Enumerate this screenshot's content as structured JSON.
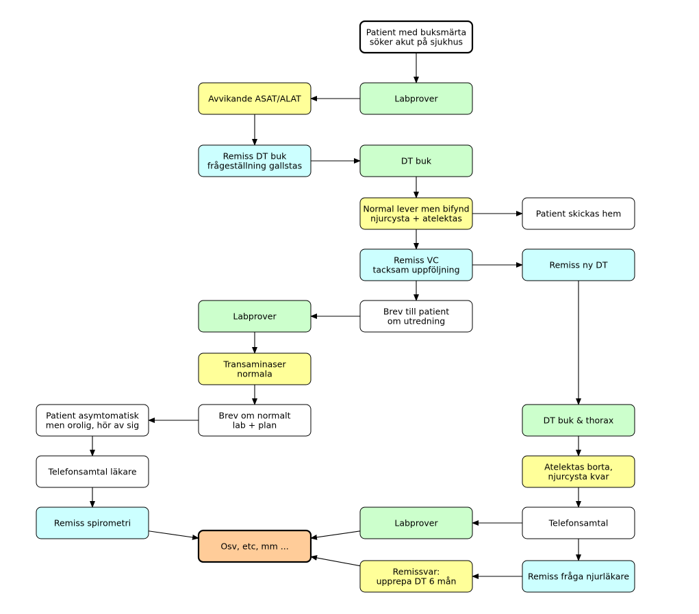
{
  "colors": {
    "white": "#ffffff",
    "green": "#ccffcc",
    "yellow": "#ffff99",
    "cyan": "#ccffff",
    "orange": "#ffcc99",
    "stroke": "#000000"
  },
  "nodes": {
    "start": {
      "lines": [
        "Patient med buksmärta",
        "söker akut på sjukhus"
      ],
      "color": "white"
    },
    "lab1": {
      "lines": [
        "Labprover"
      ],
      "color": "green"
    },
    "avvikande": {
      "lines": [
        "Avvikande ASAT/ALAT"
      ],
      "color": "yellow"
    },
    "remiss_dt": {
      "lines": [
        "Remiss DT buk",
        "frågeställning gallstas"
      ],
      "color": "cyan"
    },
    "dt_buk": {
      "lines": [
        "DT buk"
      ],
      "color": "green"
    },
    "normal_lever": {
      "lines": [
        "Normal lever men bifynd",
        "njurcysta + atelektas"
      ],
      "color": "yellow"
    },
    "skickas_hem": {
      "lines": [
        "Patient skickas hem"
      ],
      "color": "white"
    },
    "remiss_vc": {
      "lines": [
        "Remiss VC",
        "tacksam uppföljning"
      ],
      "color": "cyan"
    },
    "remiss_ny_dt": {
      "lines": [
        "Remiss ny DT"
      ],
      "color": "cyan"
    },
    "brev_patient": {
      "lines": [
        "Brev till patient",
        "om utredning"
      ],
      "color": "white"
    },
    "lab2": {
      "lines": [
        "Labprover"
      ],
      "color": "green"
    },
    "transaminaser": {
      "lines": [
        "Transaminaser",
        "normala"
      ],
      "color": "yellow"
    },
    "brev_normalt": {
      "lines": [
        "Brev om normalt",
        "lab + plan"
      ],
      "color": "white"
    },
    "asymtomatisk": {
      "lines": [
        "Patient asymtomatisk",
        "men orolig, hör av sig"
      ],
      "color": "white"
    },
    "tel_lakare": {
      "lines": [
        "Telefonsamtal läkare"
      ],
      "color": "white"
    },
    "spirometri": {
      "lines": [
        "Remiss spirometri"
      ],
      "color": "cyan"
    },
    "osv": {
      "lines": [
        "Osv, etc, mm ..."
      ],
      "color": "orange"
    },
    "dt_thorax": {
      "lines": [
        "DT buk & thorax"
      ],
      "color": "green"
    },
    "atelektas": {
      "lines": [
        "Atelektas borta,",
        "njurcysta kvar"
      ],
      "color": "yellow"
    },
    "telefonsamtal": {
      "lines": [
        "Telefonsamtal"
      ],
      "color": "white"
    },
    "lab3": {
      "lines": [
        "Labprover"
      ],
      "color": "green"
    },
    "remiss_njur": {
      "lines": [
        "Remiss fråga njurläkare"
      ],
      "color": "cyan"
    },
    "remissvar": {
      "lines": [
        "Remissvar:",
        "upprepa DT 6 mån"
      ],
      "color": "yellow"
    }
  },
  "edges": [
    [
      "start",
      "lab1"
    ],
    [
      "lab1",
      "avvikande"
    ],
    [
      "avvikande",
      "remiss_dt"
    ],
    [
      "remiss_dt",
      "dt_buk"
    ],
    [
      "dt_buk",
      "normal_lever"
    ],
    [
      "normal_lever",
      "skickas_hem"
    ],
    [
      "normal_lever",
      "remiss_vc"
    ],
    [
      "remiss_vc",
      "remiss_ny_dt"
    ],
    [
      "remiss_vc",
      "brev_patient"
    ],
    [
      "brev_patient",
      "lab2"
    ],
    [
      "lab2",
      "transaminaser"
    ],
    [
      "transaminaser",
      "brev_normalt"
    ],
    [
      "brev_normalt",
      "asymtomatisk"
    ],
    [
      "asymtomatisk",
      "tel_lakare"
    ],
    [
      "tel_lakare",
      "spirometri"
    ],
    [
      "spirometri",
      "osv"
    ],
    [
      "remiss_ny_dt",
      "dt_thorax"
    ],
    [
      "dt_thorax",
      "atelektas"
    ],
    [
      "atelektas",
      "telefonsamtal"
    ],
    [
      "telefonsamtal",
      "lab3"
    ],
    [
      "telefonsamtal",
      "remiss_njur"
    ],
    [
      "lab3",
      "osv"
    ],
    [
      "remiss_njur",
      "remissvar"
    ],
    [
      "remissvar",
      "osv"
    ]
  ]
}
